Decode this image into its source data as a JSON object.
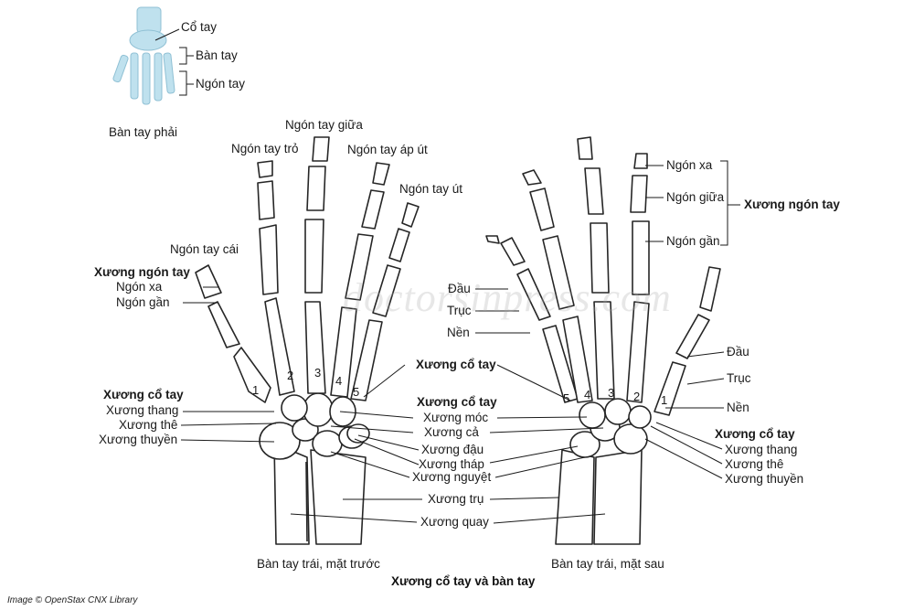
{
  "colors": {
    "bone": "#ffffff",
    "outline": "#262626",
    "thumb_bone": "#bfe1ee",
    "leader": "#1a1a1a"
  },
  "thumbnail": {
    "wrist": "Cổ tay",
    "palm": "Bàn tay",
    "fingers": "Ngón tay",
    "caption": "Bàn tay phải"
  },
  "left_hand": {
    "fingers": {
      "index": "Ngón tay trỏ",
      "middle": "Ngón tay giữa",
      "ring": "Ngón tay áp út",
      "little": "Ngón tay út",
      "thumb": "Ngón tay cái"
    },
    "phalanges": {
      "heading": "Xương ngón tay",
      "distal": "Ngón xa",
      "proximal": "Ngón gần"
    },
    "carpals_left": {
      "heading": "Xương cổ tay",
      "trapezium": "Xương thang",
      "trapezoid": "Xương thê",
      "scaphoid": "Xương thuyền"
    },
    "carpals_right": {
      "heading_metacarpal": "Xương cổ tay",
      "heading": "Xương cổ tay",
      "hamate": "Xương móc",
      "capitate": "Xương cả",
      "pisiform": "Xương đậu",
      "triquetrum": "Xương tháp",
      "lunate": "Xương nguyệt"
    },
    "forearm": {
      "ulna": "Xương trụ",
      "radius": "Xương quay"
    },
    "metacarpal_numbers": [
      "1",
      "2",
      "3",
      "4",
      "5"
    ],
    "caption": "Bàn tay trái, mặt trước"
  },
  "right_hand": {
    "phalanges": {
      "distal": "Ngón xa",
      "middle": "Ngón giữa",
      "proximal": "Ngón gần",
      "heading": "Xương ngón tay"
    },
    "metacarpal_parts_left": {
      "head": "Đầu",
      "shaft": "Trục",
      "base": "Nền"
    },
    "metacarpal_parts_right": {
      "head": "Đầu",
      "shaft": "Trục",
      "base": "Nền"
    },
    "carpals": {
      "heading": "Xương cổ tay",
      "trapezium": "Xương thang",
      "trapezoid": "Xương thê",
      "scaphoid": "Xương thuyền"
    },
    "metacarpal_numbers": [
      "5",
      "4",
      "3",
      "2",
      "1"
    ],
    "caption": "Bàn tay trái, mặt sau"
  },
  "figure_title": "Xương cổ tay và bàn tay",
  "credit": "Image © OpenStax CNX Library",
  "watermark": "doctorsinpress.com"
}
